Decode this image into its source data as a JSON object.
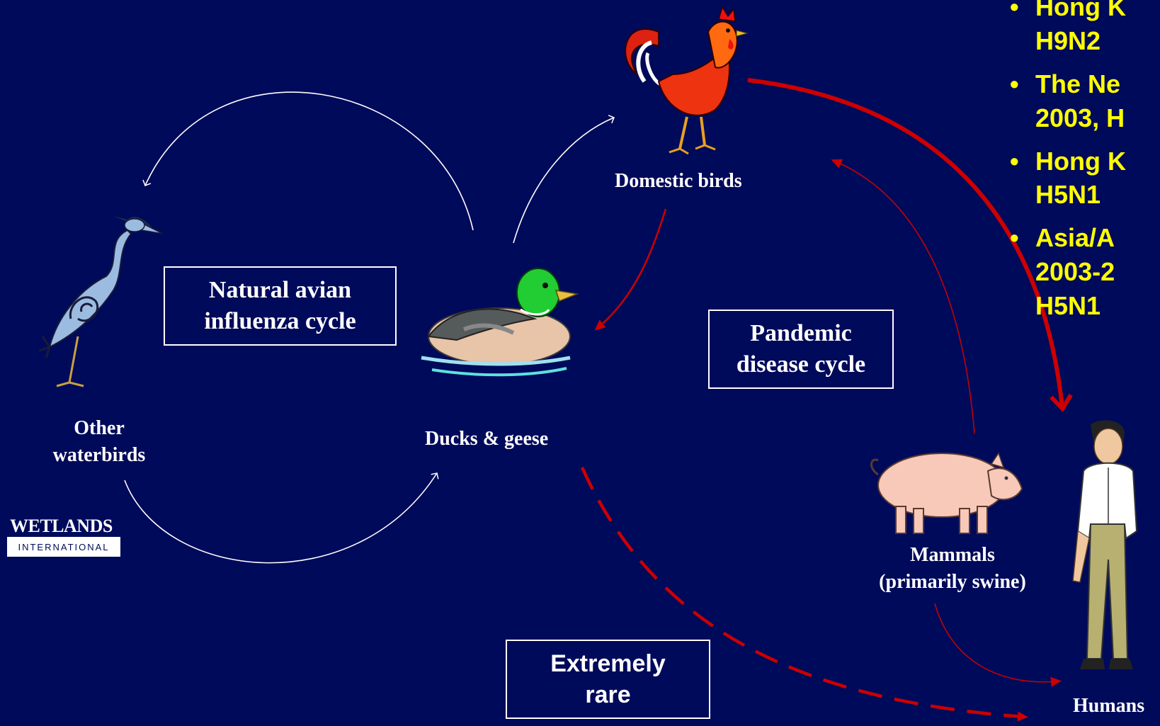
{
  "nodes": {
    "domestic": "Domestic birds",
    "ducks": "Ducks & geese",
    "other_line1": "Other",
    "other_line2": "waterbirds",
    "mammals_line1": "Mammals",
    "mammals_line2": "(primarily swine)",
    "humans": "Humans"
  },
  "boxes": {
    "natural_line1": "Natural avian",
    "natural_line2": "influenza cycle",
    "pandemic_line1": "Pandemic",
    "pandemic_line2": "disease cycle",
    "rare_line1": "Extremely",
    "rare_line2": "rare"
  },
  "bullets": [
    {
      "line1": "Hong K",
      "line2": "H9N2"
    },
    {
      "line1": "The Ne",
      "line2": "2003, H"
    },
    {
      "line1": "Hong K",
      "line2": "H5N1"
    },
    {
      "line1": "Asia/A",
      "line2": "2003-2",
      "line3": "H5N1"
    }
  ],
  "logo": {
    "top": "WETLANDS",
    "bottom": "INTERNATIONAL"
  },
  "colors": {
    "background": "#000a5a",
    "label_text": "#ffffff",
    "bullet_text": "#ffff00",
    "natural_arrows": "#ffffff",
    "pandemic_arrows": "#cc0000"
  },
  "icons": [
    "heron-icon",
    "duck-icon",
    "rooster-icon",
    "pig-icon",
    "man-icon"
  ]
}
